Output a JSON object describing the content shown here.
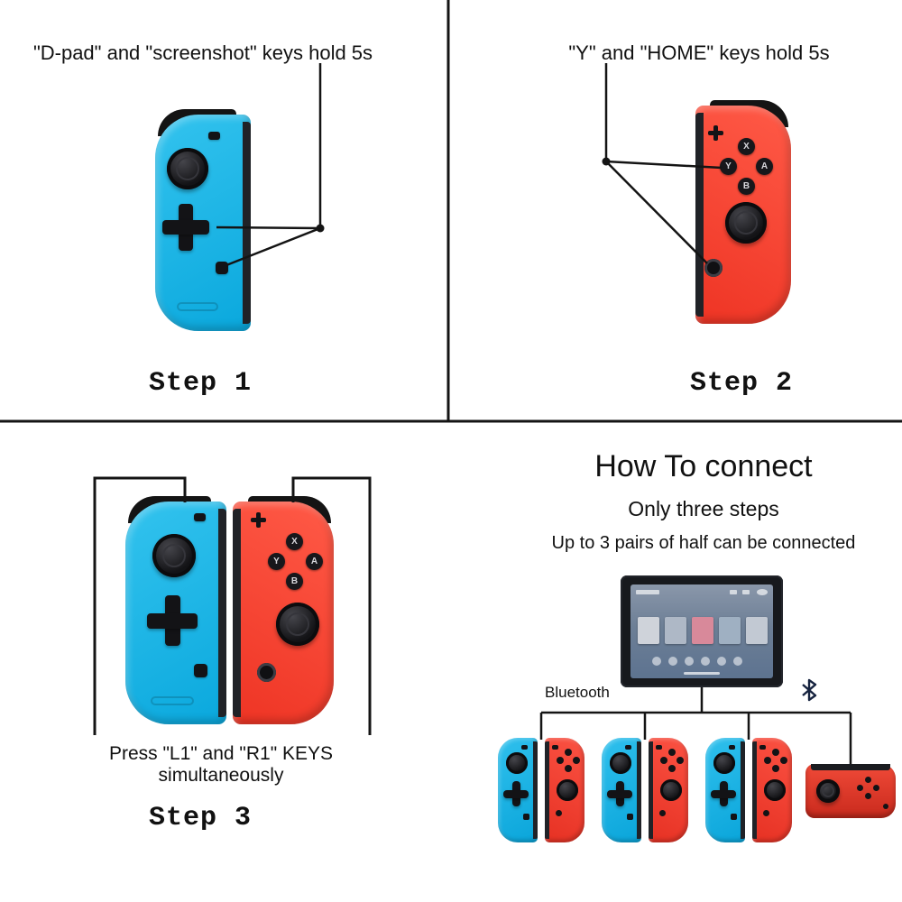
{
  "step1": {
    "caption": "\"D-pad\" and \"screenshot\" keys hold 5s",
    "label": "Step 1"
  },
  "step2": {
    "caption": "\"Y\" and \"HOME\" keys hold 5s",
    "label": "Step 2"
  },
  "step3": {
    "caption": "Press \"L1\" and \"R1\" KEYS simultaneously",
    "label": "Step 3"
  },
  "connect": {
    "title": "How To connect",
    "subtitle": "Only three steps",
    "note": "Up to 3 pairs of half can be connected",
    "bluetooth_label": "Bluetooth"
  },
  "buttons": {
    "x": "X",
    "y": "Y",
    "a": "A",
    "b": "B"
  },
  "icons": {
    "bluetooth": "bluetooth-icon"
  },
  "colors": {
    "neon_blue": "#0fb6e8",
    "neon_red": "#f8432f",
    "ink": "#141414",
    "rail_dark": "#202227"
  }
}
